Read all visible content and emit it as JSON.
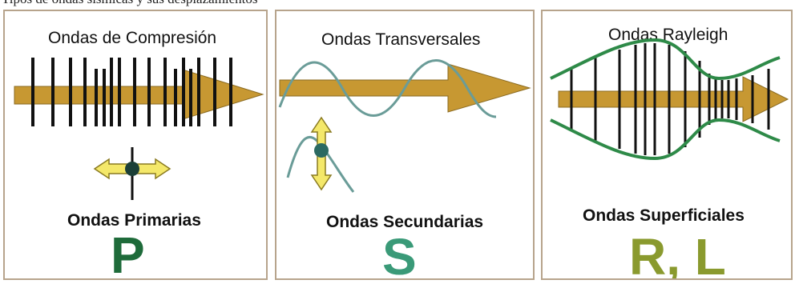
{
  "caption_fragment": "Tipos de ondas sísmicas y sus desplazamientos",
  "panels": [
    {
      "title": "Ondas de Compresión",
      "label": "Ondas Primarias",
      "letter": "P",
      "letter_color": "#1e6b3a",
      "icon": "compression-wave-icon"
    },
    {
      "title": "Ondas Transversales",
      "label": "Ondas Secundarias",
      "letter": "S",
      "letter_color": "#3a9a78",
      "icon": "transverse-wave-icon"
    },
    {
      "title": "Ondas Rayleigh",
      "label": "Ondas Superficiales",
      "letter": "R, L",
      "letter_color": "#8a9a2e",
      "icon": "rayleigh-wave-icon"
    }
  ],
  "colors": {
    "arrow": "#c79832",
    "arrow_edge": "#8a6a20",
    "wave_line": "#6a9c98",
    "envelope": "#2e8a48",
    "double_arrow": "#f4e86a",
    "particle": "#1b3f37",
    "border": "#b7a48c"
  }
}
